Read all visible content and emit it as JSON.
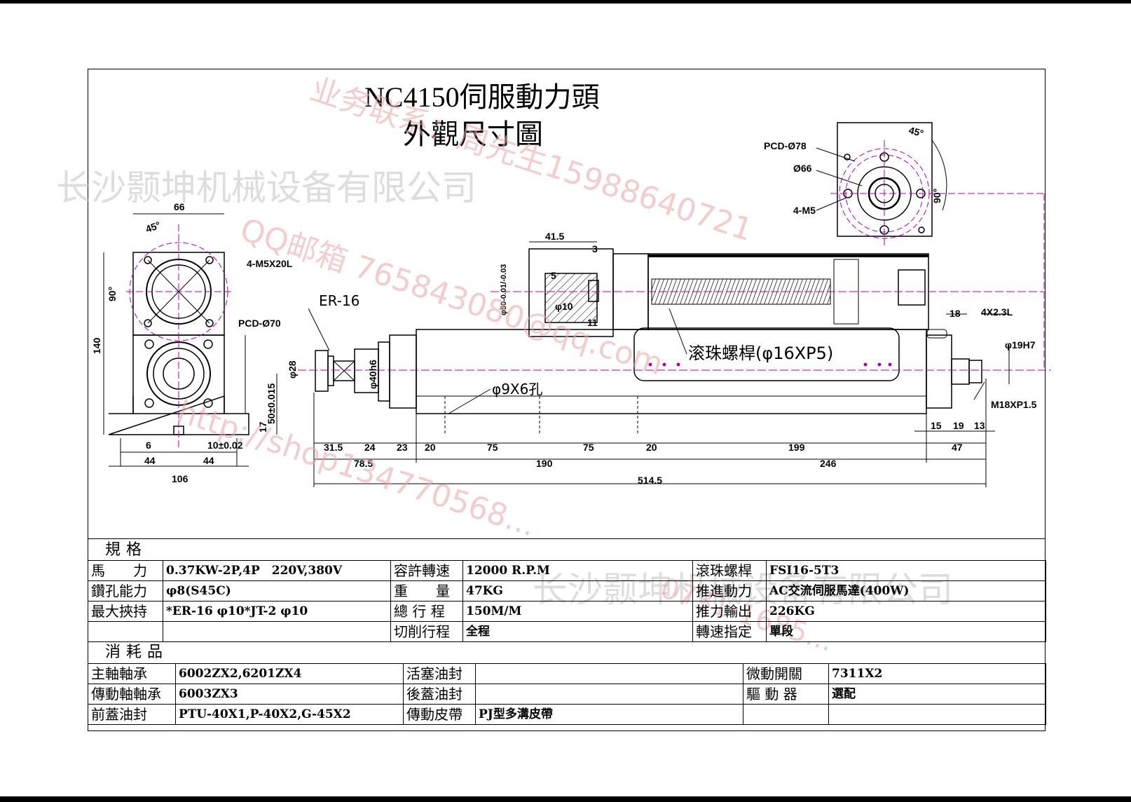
{
  "title": {
    "line1": "NC4150伺服動力頭",
    "line2": "外觀尺寸圖"
  },
  "watermarks": {
    "company": "长沙颢坤机械设备有限公司",
    "contact": "业务联系：周先生15988640721",
    "qq": "QQ邮箱 765843080@qq.com",
    "shop": "http://shop134770568...",
    "company2": "长沙颢坤机械设备有限公司",
    "phone2": "0731-1685..."
  },
  "labels": {
    "er16": "ER-16",
    "ballscrew": "滚珠螺桿(φ16XP5)",
    "holes": "φ9X6孔"
  },
  "dimensions": {
    "left_view": [
      "66",
      "45°",
      "4-M5X20L",
      "90°",
      "PCD-Ø70",
      "140",
      "φ28",
      "50±0.015",
      "17",
      "6",
      "10±0.02",
      "44",
      "44",
      "106"
    ],
    "top_right_view": [
      "45°",
      "PCD-Ø78",
      "Ø66",
      "4-M5",
      "90°"
    ],
    "section": [
      "41.5",
      "3",
      "5",
      "φ50-0.01/-0.03",
      "φ10",
      "11"
    ],
    "shaft": [
      "18",
      "4X2.3L",
      "φ19H7",
      "M18XP1.5",
      "φ40h6"
    ],
    "bottom_row1": [
      "31.5",
      "24",
      "23",
      "20",
      "75",
      "75",
      "20",
      "199",
      "15",
      "19",
      "13"
    ],
    "bottom_row2": [
      "78.5",
      "190",
      "246",
      "47"
    ],
    "overall": "514.5"
  },
  "spec": {
    "heading": "規格",
    "rows": [
      [
        "馬　　力",
        "0.37KW-2P,4P　220V,380V",
        "容許轉速",
        "12000 R.P.M",
        "滾珠螺桿",
        "FSI16-5T3"
      ],
      [
        "鑽孔能力",
        "φ8(S45C)",
        "重　　量",
        "47KG",
        "推進動力",
        "AC交流伺服馬達(400W)"
      ],
      [
        "最大挾持",
        "*ER-16 φ10*JT-2 φ10",
        "總 行 程",
        "150M/M",
        "推力輸出",
        "226KG"
      ],
      [
        "",
        "",
        "切削行程",
        "全程",
        "轉速指定",
        "單段"
      ]
    ]
  },
  "consumables": {
    "heading": "消耗品",
    "rows": [
      [
        "主軸軸承",
        "6002ZX2,6201ZX4",
        "活塞油封",
        "",
        "微動開關",
        "7311X2"
      ],
      [
        "傳動軸軸承",
        "6003ZX3",
        "後蓋油封",
        "",
        "驅 動 器",
        "選配"
      ],
      [
        "前蓋油封",
        "PTU-40X1,P-40X2,G-45X2",
        "傳動皮帶",
        "PJ型多溝皮帶",
        "",
        ""
      ]
    ]
  }
}
